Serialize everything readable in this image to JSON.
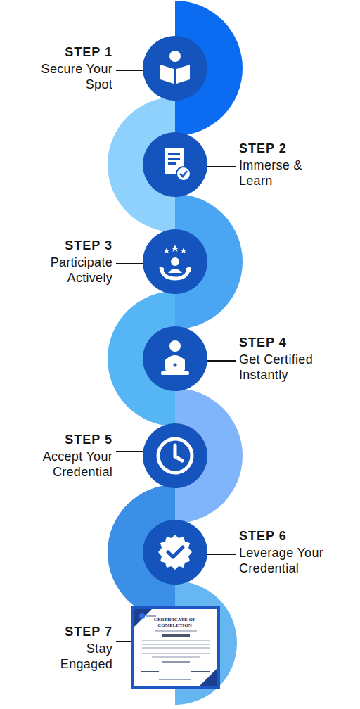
{
  "diagram": {
    "nodes": [
      {
        "text": [
          "STEP 1",
          "Secure Your Spot"
        ]
      },
      {
        "text": [
          "STEP 2",
          "Immerse & Learn"
        ]
      },
      {
        "text": [
          "STEP 3",
          "Participate Actively"
        ]
      },
      {
        "text": [
          "STEP 4",
          "Get Certified Instantly"
        ]
      },
      {
        "text": [
          "STEP 5",
          "Accept Your Credential"
        ]
      },
      {
        "text": [
          "STEP 6",
          "Leverage Your Credential"
        ]
      },
      {
        "text": [
          "STEP 7",
          "Stay Engaged"
        ]
      }
    ],
    "labels": [
      "CERTIFICATE OF COMPLETION"
    ]
  }
}
